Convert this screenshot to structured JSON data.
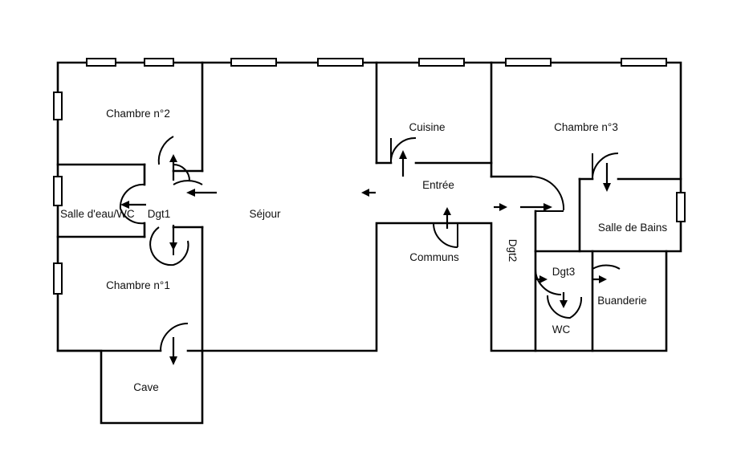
{
  "rooms": {
    "chambre2": "Chambre n°2",
    "salle_eau": "Salle d'eau/WC",
    "dgt1": "Dgt1",
    "chambre1": "Chambre n°1",
    "cave": "Cave",
    "sejour": "Séjour",
    "cuisine": "Cuisine",
    "entree": "Entrée",
    "communs": "Communs",
    "chambre3": "Chambre n°3",
    "salle_bains": "Salle de Bains",
    "dgt2": "Dgt2",
    "dgt3": "Dgt3",
    "buanderie": "Buanderie",
    "wc": "WC"
  }
}
